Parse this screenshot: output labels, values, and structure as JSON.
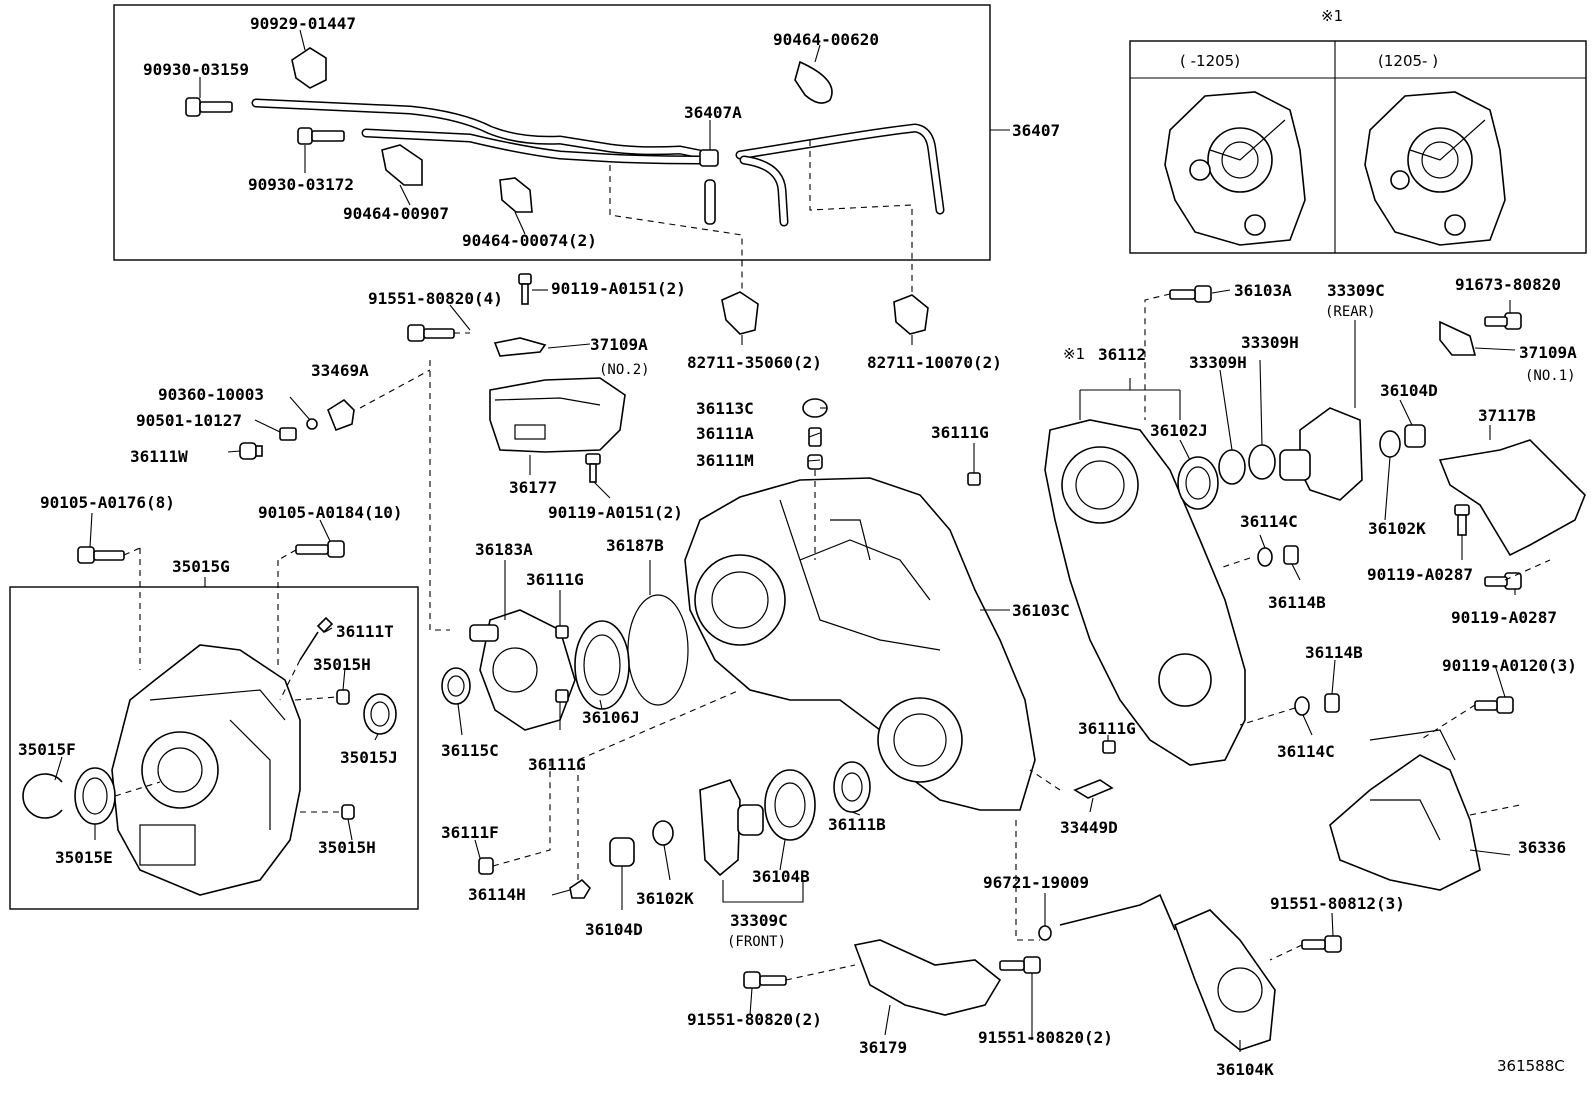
{
  "note_symbol": "※1",
  "diagram_ref": "361588C",
  "variants": [
    {
      "label": "(     -1205)"
    },
    {
      "label": "(1205-     )"
    }
  ],
  "labels": {
    "p90929_01447": "90929-01447",
    "p90930_03159": "90930-03159",
    "p90464_00620": "90464-00620",
    "p36407A": "36407A",
    "p36407": "36407",
    "p90930_03172": "90930-03172",
    "p90464_00907": "90464-00907",
    "p90464_00074": "90464-00074(2)",
    "p91551_80820_4": "91551-80820(4)",
    "p90119_A0151_a": "90119-A0151(2)",
    "p37109A_a": "37109A",
    "p37109A_a_sub": "(NO.2)",
    "p82711_35060": "82711-35060(2)",
    "p82711_10070": "82711-10070(2)",
    "p36103A": "36103A",
    "p33309C_rear": "33309C",
    "p33309C_rear_sub": "(REAR)",
    "p91673_80820": "91673-80820",
    "p37109A_b": "37109A",
    "p37109A_b_sub": "(NO.1)",
    "p36112_note": "※1",
    "p36112": "36112",
    "p33309H_a": "33309H",
    "p33309H_b": "33309H",
    "p90360_10003": "90360-10003",
    "p33469A": "33469A",
    "p90501_10127": "90501-10127",
    "p36113C": "36113C",
    "p36111A": "36111A",
    "p36111M": "36111M",
    "p36111G_a": "36111G",
    "p36102J": "36102J",
    "p36104D_a": "36104D",
    "p37117B": "37117B",
    "p36111W": "36111W",
    "p36177": "36177",
    "p90119_A0151_b": "90119-A0151(2)",
    "p36114C_a": "36114C",
    "p36102K_a": "36102K",
    "p90105_A0176": "90105-A0176(8)",
    "p90105_A0184": "90105-A0184(10)",
    "p36183A": "36183A",
    "p36187B": "36187B",
    "p35015G": "35015G",
    "p36111G_b": "36111G",
    "p36114B_a": "36114B",
    "p90119_A0287_a": "90119-A0287",
    "p36103C": "36103C",
    "p90119_A0287_b": "90119-A0287",
    "p36111T": "36111T",
    "p35015H_a": "35015H",
    "p36114B_b": "36114B",
    "p90119_A0120": "90119-A0120(3)",
    "p35015F": "35015F",
    "p35015J": "35015J",
    "p36115C": "36115C",
    "p36106J": "36106J",
    "p36111G_c": "36111G",
    "p36111G_d": "36111G",
    "p36114C_b": "36114C",
    "p36111F": "36111F",
    "p36111B": "36111B",
    "p33449D": "33449D",
    "p36336": "36336",
    "p35015H_b": "35015H",
    "p35015E": "35015E",
    "p36114H": "36114H",
    "p36102K_b": "36102K",
    "p36104B": "36104B",
    "p96721_19009": "96721-19009",
    "p91551_80812": "91551-80812(3)",
    "p36104D_b": "36104D",
    "p33309C_front": "33309C",
    "p33309C_front_sub": "(FRONT)",
    "p91551_80820_2a": "91551-80820(2)",
    "p36179": "36179",
    "p91551_80820_2b": "91551-80820(2)",
    "p36104K": "36104K"
  }
}
